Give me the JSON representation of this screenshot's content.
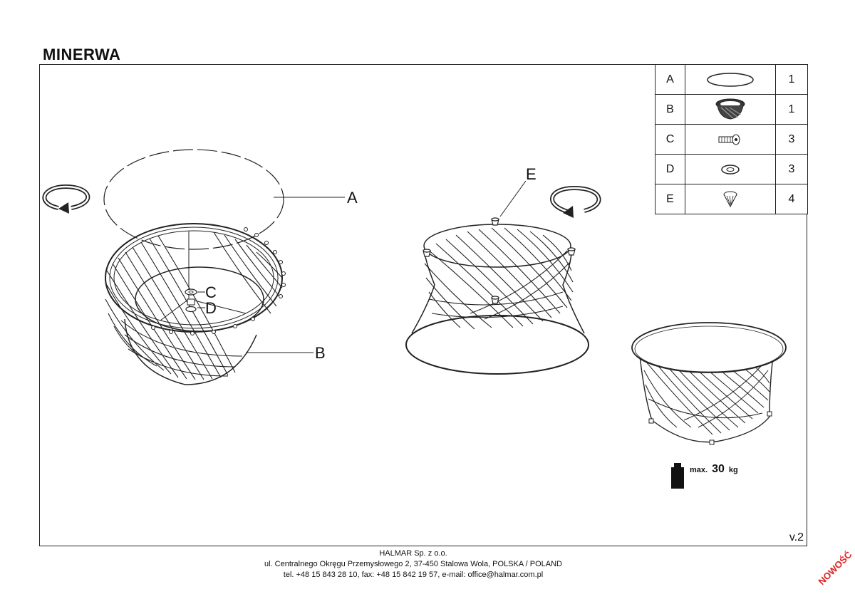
{
  "title": "MINERWA",
  "parts": [
    {
      "label": "A",
      "icon": "glass-top-icon",
      "qty": "1"
    },
    {
      "label": "B",
      "icon": "wire-base-icon",
      "qty": "1"
    },
    {
      "label": "C",
      "icon": "bolt-icon",
      "qty": "3"
    },
    {
      "label": "D",
      "icon": "washer-icon",
      "qty": "3"
    },
    {
      "label": "E",
      "icon": "foot-cap-icon",
      "qty": "4"
    }
  ],
  "callouts": {
    "a": "A",
    "b": "B",
    "c": "C",
    "d": "D",
    "e": "E"
  },
  "max_load": {
    "prefix": "max.",
    "value": "30",
    "unit": "kg"
  },
  "version": "v.2",
  "footer": {
    "company": "HALMAR Sp. z o.o.",
    "address": "ul. Centralnego Okręgu Przemysłowego 2, 37-450 Stalowa Wola, POLSKA / POLAND",
    "contact": "tel. +48 15 843 28 10, fax: +48 15 842 19 57, e-mail: office@halmar.com.pl"
  },
  "badge": "NOWOŚĆ",
  "colors": {
    "line": "#222222",
    "badge": "#e02020"
  }
}
